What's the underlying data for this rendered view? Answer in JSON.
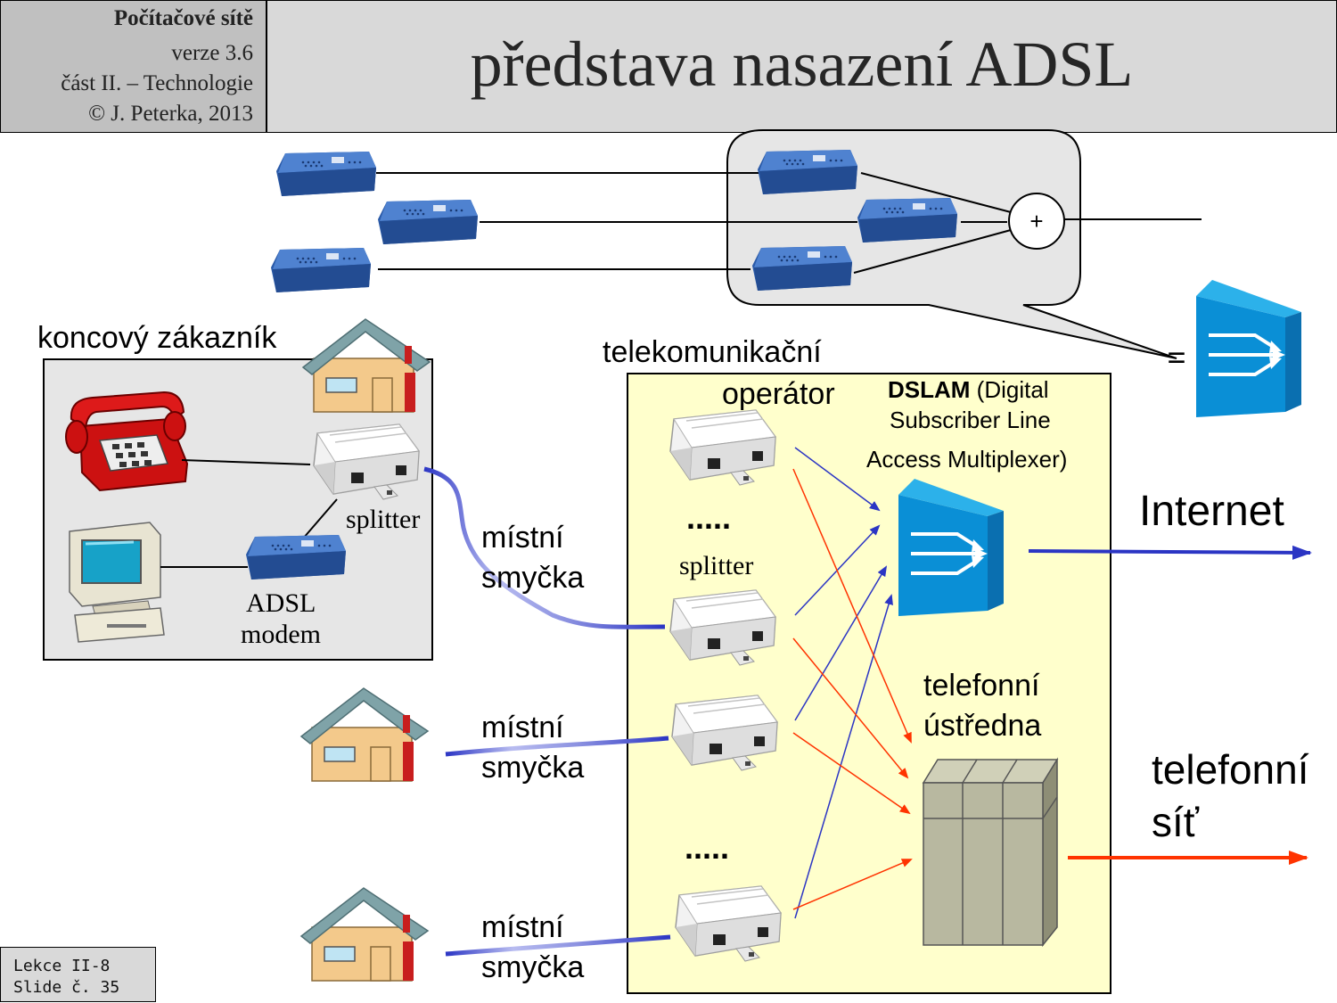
{
  "header": {
    "course": "Počítačové sítě",
    "version": "verze 3.6",
    "part": "část  II. – Technologie",
    "copyright": "© J. Peterka, 2013"
  },
  "title": "představa  nasazení ADSL",
  "footer": {
    "lesson": "Lekce II-8",
    "slide": "Slide č. 35"
  },
  "labels": {
    "customer": "koncový zákazník",
    "telco_1": "telekomunikační",
    "telco_2": "operátor",
    "dslam_bold": "DSLAM",
    "dslam_1": " (Digital",
    "dslam_2": "Subscriber Line",
    "dslam_3": "Access Multiplexer)",
    "splitter_customer": "splitter",
    "splitter_operator": "splitter",
    "modem_1": "ADSL",
    "modem_2": "modem",
    "local_loop_1a": "místní",
    "local_loop_1b": "smyčka",
    "local_loop_2a": "místní",
    "local_loop_2b": "smyčka",
    "local_loop_3a": "místní",
    "local_loop_3b": "smyčka",
    "dots_1": ".....",
    "dots_2": ".....",
    "internet": "Internet",
    "exchange_1": "telefonní",
    "exchange_2": "ústředna",
    "phone_net_1": "telefonní",
    "phone_net_2": "síť",
    "plus": "+",
    "equals": "="
  },
  "colors": {
    "header_bg": "#c0c0c0",
    "title_bg": "#d9d9d9",
    "operator_bg": "#ffffcc",
    "customer_bg": "#e6e6e6",
    "modem_blue": "#2f5fae",
    "dslam_blue": "#0a8fd6",
    "internet_line": "#2b35c4",
    "phone_line": "#ff3300",
    "house_wall": "#f3c98b",
    "house_roof": "#7fa3a8",
    "exchange_gray": "#b8b8a0"
  }
}
